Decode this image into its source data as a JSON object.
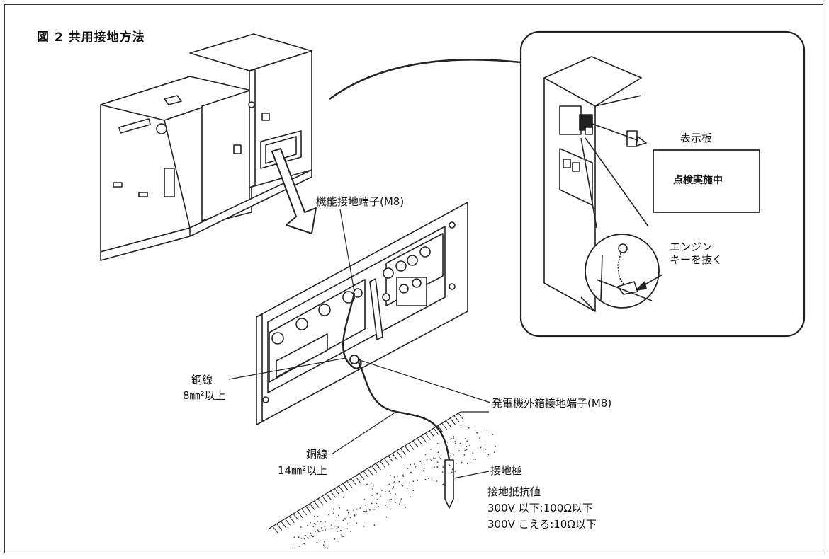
{
  "figure": {
    "title": "図 2 共用接地方法"
  },
  "labels": {
    "sign_board": "表示板",
    "sign_text": "点検実施中",
    "engine_key_line1": "エンジン",
    "engine_key_line2": "キーを抜く",
    "functional_terminal": "機能接地端子(M8)",
    "copper_wire_a_line1": "銅線",
    "copper_wire_a_line2": "8㎜²以上",
    "casing_terminal": "発電機外箱接地端子(M8)",
    "copper_wire_b_line1": "銅線",
    "copper_wire_b_line2": "14㎜²以上",
    "ground_electrode": "接地極",
    "resistance_title": "接地抵抗値",
    "resistance_line1": "300V 以下:100Ω以下",
    "resistance_line2": "300V こえる:10Ω以下"
  }
}
